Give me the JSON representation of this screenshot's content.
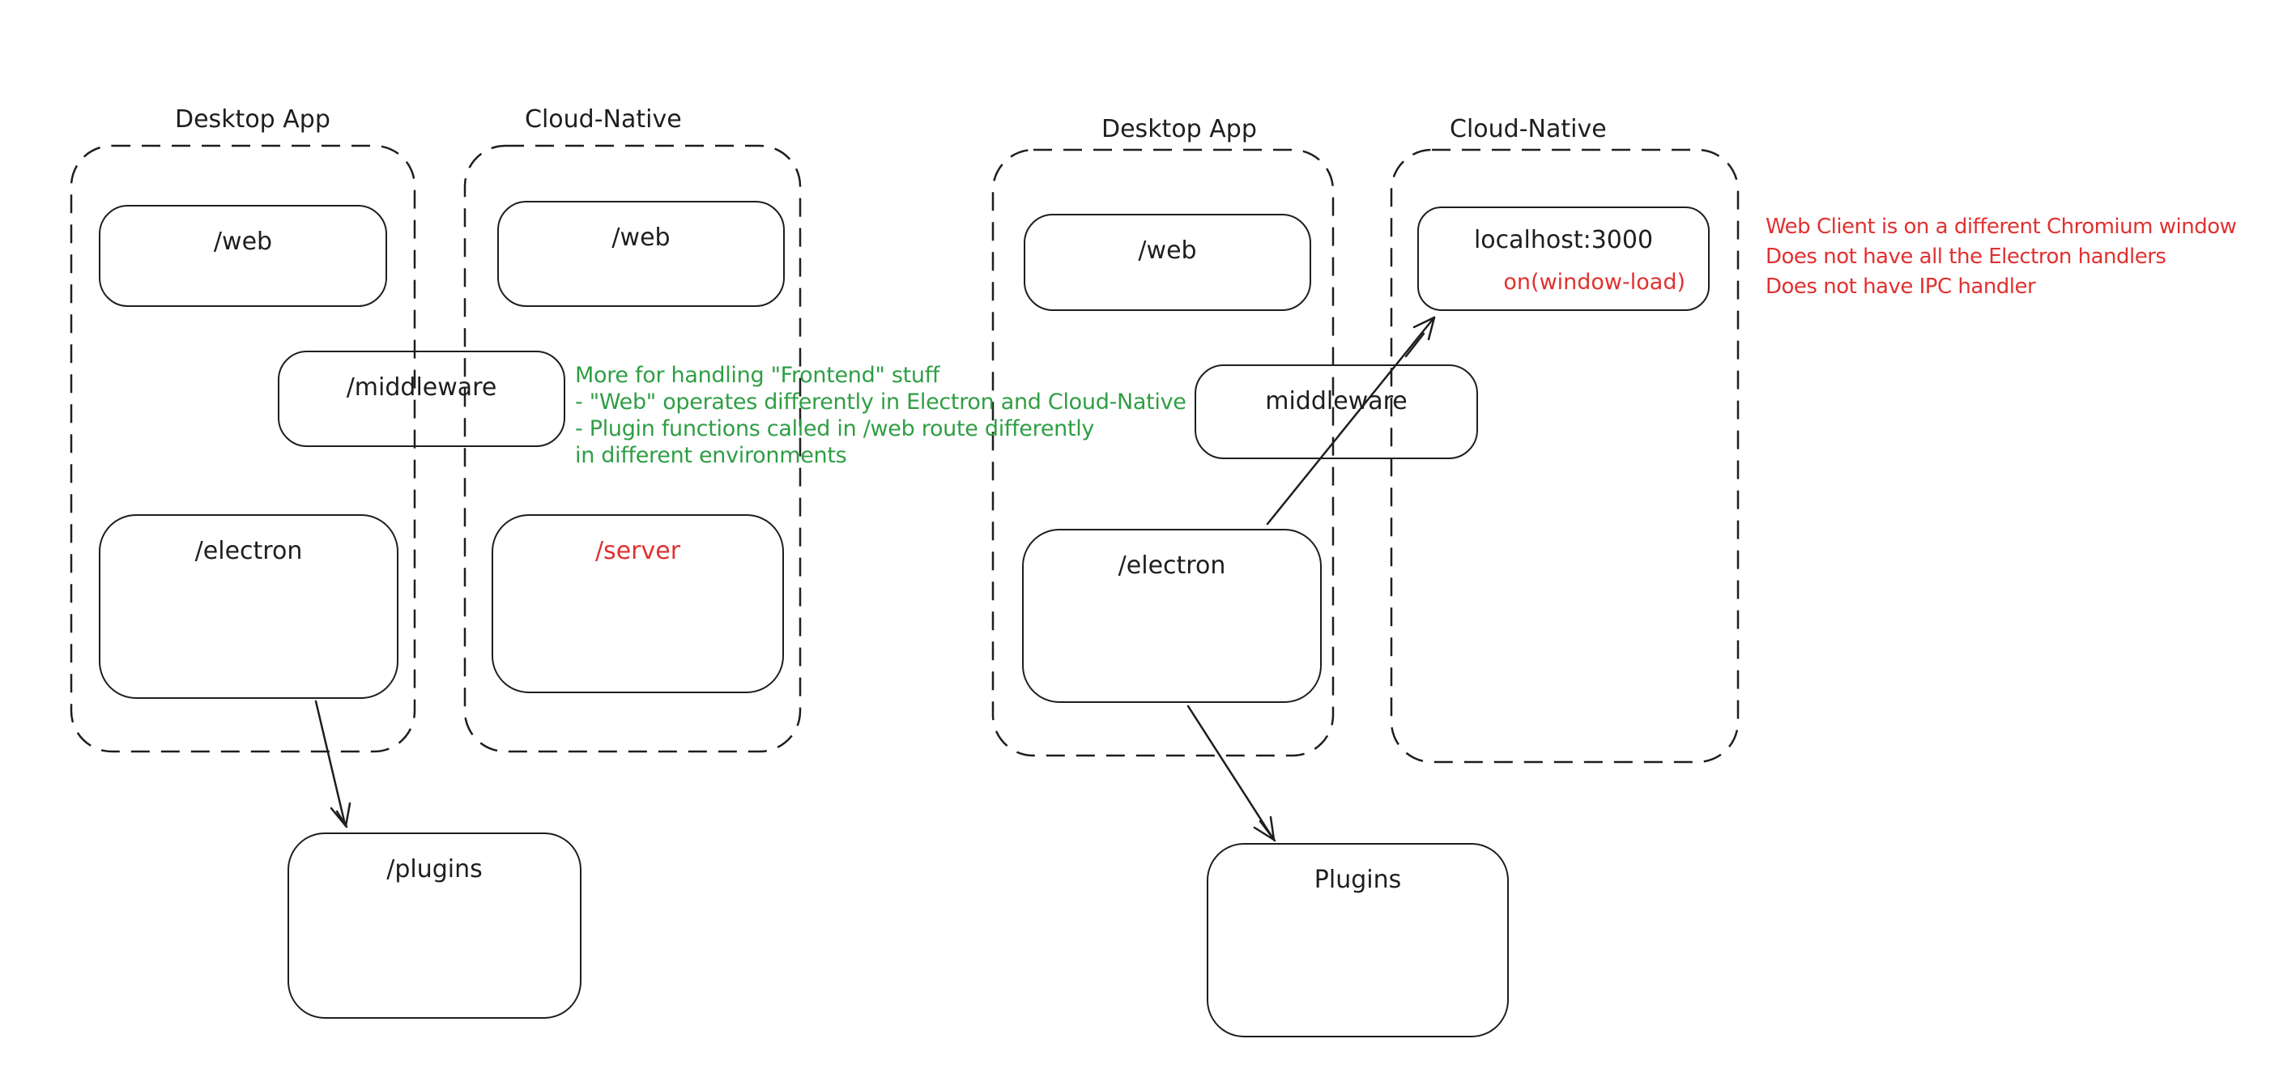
{
  "colors": {
    "stroke": "#1e1e1e",
    "green_note": "#2f9e44",
    "red_accent": "#e03131",
    "background": "#ffffff"
  },
  "left": {
    "desktop_container_label": "Desktop App",
    "cloud_container_label": "Cloud-Native",
    "nodes": {
      "web_desktop": "/web",
      "web_cloud": "/web",
      "middleware": "/middleware",
      "electron": "/electron",
      "server": "/server",
      "plugins": "/plugins"
    },
    "green_note": {
      "line1": "More for handling \"Frontend\" stuff",
      "line2": "- \"Web\" operates differently in Electron and Cloud-Native",
      "line3": "- Plugin functions called in /web route differently",
      "line4": "in different environments"
    }
  },
  "right": {
    "desktop_container_label": "Desktop App",
    "cloud_container_label": "Cloud-Native",
    "nodes": {
      "web": "/web",
      "localhost": "localhost:3000",
      "window_load": "on(window-load)",
      "middleware": "middleware",
      "electron": "/electron",
      "plugins": "Plugins"
    },
    "red_note": {
      "line1": "Web Client is on a different Chromium window",
      "line2": "Does not have all the Electron handlers",
      "line3": "Does not have IPC handler"
    }
  }
}
